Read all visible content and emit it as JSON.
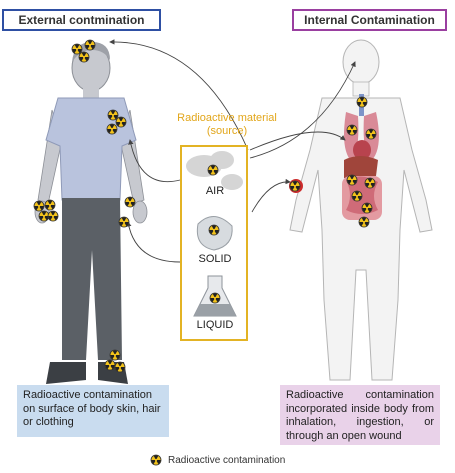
{
  "external": {
    "title": "External contmination",
    "note": "Radioactive contamination on surface of body skin, hair or clothing"
  },
  "internal": {
    "title": "Internal Contamination",
    "note": "Radioactive contamination incorporated inside body from inhalation, ingestion, or through an open wound"
  },
  "source": {
    "title_line1": "Radioactive material",
    "title_line2": "(source)",
    "items": [
      "AIR",
      "SOLID",
      "LIQUID"
    ]
  },
  "legend": {
    "label": "Radioactive contamination",
    "icon": "radiation-trefoil-icon"
  },
  "colors": {
    "external_border": "#2e4fa3",
    "internal_border": "#9a3fa0",
    "source_accent": "#e3b324",
    "external_note_bg": "#c9dcef",
    "internal_note_bg": "#e9d2e9",
    "trefoil_fill": "#f2c21b"
  }
}
